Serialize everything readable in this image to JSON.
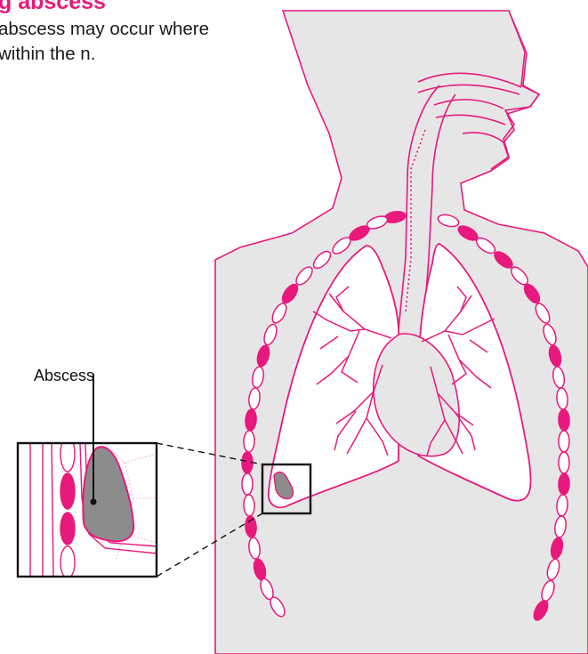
{
  "figure": {
    "heading": "g abscess",
    "description": "abscess may occur where within the n.",
    "callout_label": "Abscess"
  },
  "colors": {
    "accent": "#e8197d",
    "body_fill": "#e6e6e6",
    "abscess_fill": "#8c8c8c",
    "text": "#1a1a1a"
  }
}
